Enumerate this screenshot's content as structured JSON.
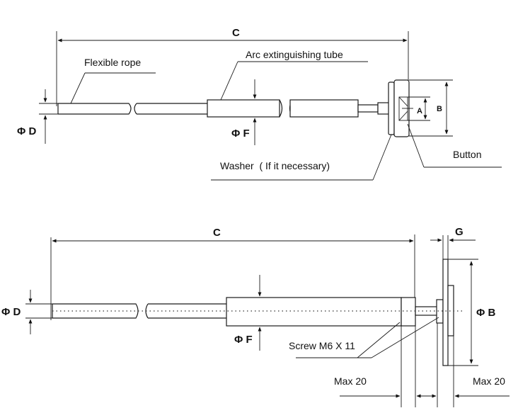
{
  "top": {
    "dim_c": "C",
    "label_rope": "Flexible rope",
    "label_tube": "Arc extinguishing tube",
    "label_washer": "Washer  ( If it necessary)",
    "label_button": "Button",
    "dim_d": "Φ D",
    "dim_f": "Φ F",
    "dim_a": "A",
    "dim_b": "B"
  },
  "bottom": {
    "dim_c": "C",
    "dim_g": "G",
    "dim_d": "Φ D",
    "dim_f": "Φ F",
    "dim_b": "Φ B",
    "label_screw": "Screw M6 X 11",
    "max_left": "Max 20",
    "max_right": "Max 20"
  }
}
